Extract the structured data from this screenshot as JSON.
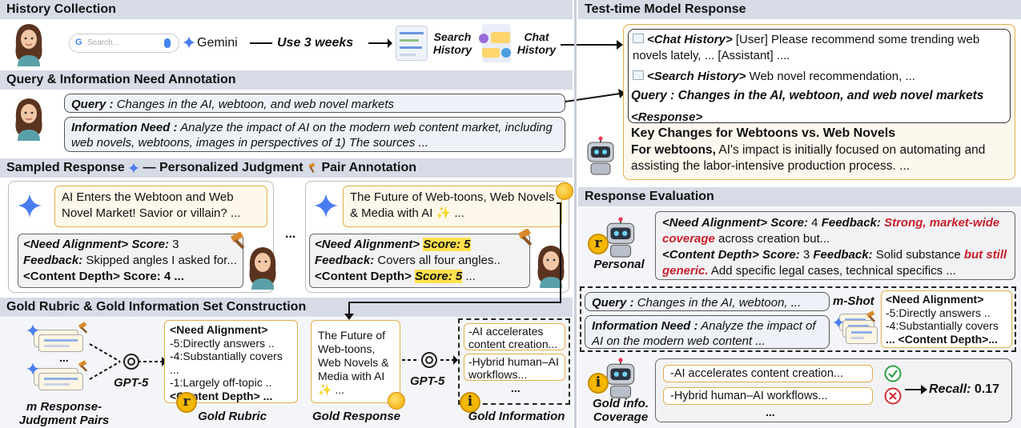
{
  "sections": {
    "history": "History Collection",
    "query_annot": "Query & Information Need Annotation",
    "sampled": "Sampled Response",
    "sampled_mid": "— Personalized Judgment",
    "sampled_end": "Pair Annotation",
    "gold": "Gold Rubric & Gold Information Set Construction",
    "test_time": "Test-time Model Response",
    "response_eval": "Response Evaluation"
  },
  "history": {
    "search_placeholder": "Search...",
    "gemini": "Gemini",
    "use": "Use 3 weeks",
    "search_history": "Search\nHistory",
    "chat_history": "Chat\nHistory"
  },
  "annot": {
    "query_label": "Query :",
    "query_text": "Changes in the AI, webtoon, and web novel markets",
    "need_label": "Information Need :",
    "need_text": "Analyze the impact of AI on the modern web content market, including web novels, webtoons, images in perspectives of 1) The sources ..."
  },
  "sampled": {
    "r1_title": "AI Enters the Webtoon and Web Novel Market! Savior or villain? ...",
    "r1_need": "<Need Alignment>",
    "r1_score_label": "Score:",
    "r1_score": "3",
    "r1_feedback_label": "Feedback:",
    "r1_feedback": "Skipped angles I asked for...",
    "r1_depth": "<Content Depth>",
    "r1_depth_score": "Score: 4 ...",
    "ellipsis": "...",
    "r2_title": "The Future of Web-toons, Web Novels & Media with AI ✨ ...",
    "r2_need": "<Need Alignment>",
    "r2_score": "Score: 5",
    "r2_feedback_label": "Feedback:",
    "r2_feedback": "Covers all four angles..",
    "r2_depth": "<Content Depth>",
    "r2_depth_score": "Score: 5",
    "r2_tail": "..."
  },
  "gold": {
    "pairs_dots": "...",
    "gpt": "GPT-5",
    "rubric_lines": [
      "<Need Alignment>",
      "-5:Directly answers ..",
      "-4:Substantially covers",
      "...",
      "-1:Largely off-topic ..",
      "<Content Depth> ..."
    ],
    "response_text": "The Future of Web-toons, Web Novels & Media with AI ✨ ...",
    "gpt2": "GPT-5",
    "info1": "-AI accelerates content creation...",
    "info2": "-Hybrid human–AI workflows...",
    "info_dots": "...",
    "label_pairs": "m Response-\nJudgment Pairs",
    "label_rubric": "Gold Rubric",
    "label_response": "Gold Response",
    "label_info": "Gold Information"
  },
  "test": {
    "chat_tag": "<Chat History>",
    "chat_text": "[User] Please recommend some trending web novels lately, ... [Assistant] ....",
    "search_tag": "<Search History>",
    "search_text": "Web novel recommendation, ...",
    "query": "Query : Changes in the AI, webtoon, and web novel markets",
    "response_tag": "<Response>",
    "heading": "Key Changes for Webtoons vs. Web Novels",
    "for_webtoons": "For webtoons,",
    "body": "AI's impact is initially focused on automating and assisting the labor-intensive production process. ..."
  },
  "eval": {
    "personal": "Personal",
    "need_tag": "<Need Alignment>",
    "need_score": "Score:",
    "need_score_val": "4",
    "need_fb": "Feedback:",
    "need_red": "Strong, market-wide coverage",
    "need_rest": "across creation but...",
    "depth_tag": "<Content Depth>",
    "depth_score": "Score:",
    "depth_score_val": "3",
    "depth_fb": "Feedback:",
    "depth_plain": "Solid substance",
    "depth_red": "but still generic.",
    "depth_rest": "Add specific legal cases, technical specifics ...",
    "query_label": "Query :",
    "query_text": "Changes in the AI, webtoon, ...",
    "need_label": "Information Need :",
    "need_text": "Analyze the impact of AI on the modern web content ...",
    "mshot": "m-Shot",
    "rubric_lines": [
      "<Need Alignment>",
      "-5:Directly answers ..",
      "-4:Substantially covers",
      "... <Content Depth>..."
    ],
    "gold_info": "Gold info.\nCoverage",
    "info1": "-AI accelerates content creation...",
    "info2": "-Hybrid human–AI workflows...",
    "info_dots": "...",
    "recall_label": "Recall:",
    "recall_value": "0.17"
  },
  "badges": {
    "r": "r",
    "i": "i"
  }
}
